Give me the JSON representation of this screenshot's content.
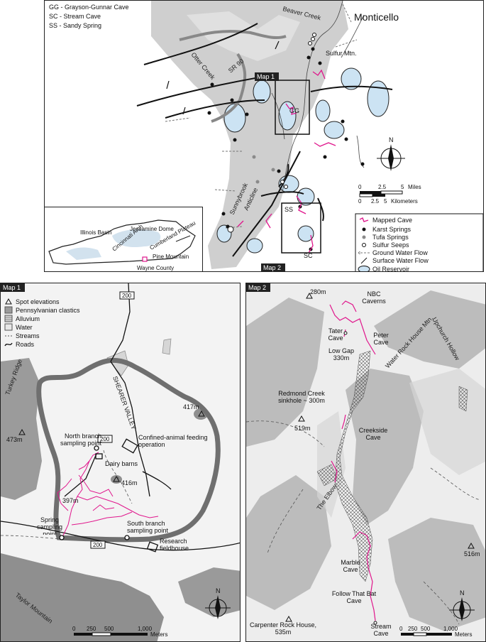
{
  "top_map": {
    "abbreviations": [
      "GG - Grayson-Gunnar Cave",
      "SC - Stream Cave",
      "SS - Sandy Spring"
    ],
    "labels": {
      "beaver_creek": "Beaver Creek",
      "monticello": "Monticello",
      "sulfur_mtn": "Sulfur Mtn.",
      "otter_creek": "Otter Creek",
      "sr90": "SR 90",
      "sunnybrook": "Sunnybrook",
      "anticline": "Anticline",
      "gg": "GG",
      "ss": "SS",
      "sc": "SC"
    },
    "map1_tag": "Map 1",
    "map2_tag": "Map 2",
    "north": "N",
    "scale": {
      "miles_label": "Miles",
      "miles_ticks": [
        "0",
        "2.5",
        "5"
      ],
      "km_label": "Kilometers",
      "km_ticks": [
        "0",
        "2.5",
        "5"
      ]
    },
    "legend": [
      {
        "label": "Mapped Cave",
        "symbol": "cave-line"
      },
      {
        "label": "Karst Springs",
        "symbol": "black-dot"
      },
      {
        "label": "Tufa Springs",
        "symbol": "gray-dot"
      },
      {
        "label": "Sulfur Seeps",
        "symbol": "open-circle"
      },
      {
        "label": "Ground Water Flow",
        "symbol": "dashed-arrow"
      },
      {
        "label": "Surface Water Flow",
        "symbol": "flow-line"
      },
      {
        "label": "Oil Reservoir",
        "symbol": "blue-ellipse"
      }
    ],
    "inset": {
      "illinois_basin": "Illinois Basin",
      "jessamine_dome": "Jessamine Dome",
      "cincinnati_arch": "Cincinnati Arch",
      "cumberland_plateau": "Cumberland Plateau",
      "pine_mountain": "Pine Mountain",
      "wayne_county": "Wayne County"
    }
  },
  "map1": {
    "tag": "Map 1",
    "legend": [
      {
        "label": "Spot elevations",
        "symbol": "triangle"
      },
      {
        "label": "Pennsylvanian clastics",
        "symbol": "gray-box"
      },
      {
        "label": "Alluvium",
        "symbol": "hatch-box"
      },
      {
        "label": "Water",
        "symbol": "light-box"
      },
      {
        "label": "Streams",
        "symbol": "dash-line"
      },
      {
        "label": "Roads",
        "symbol": "road-line"
      }
    ],
    "labels": {
      "road_200_top": "200",
      "road_200_mid": "200",
      "road_200_bot": "200",
      "turkey_ridge": "Turkey Ridge",
      "elev_473": "473m",
      "elev_417": "417m",
      "elev_416": "416m",
      "elev_397": "397m",
      "shearer_valley": "SHEARER VALLEY",
      "confined_feeding": "Confined-animal feeding operation",
      "north_branch": "North branch sampling point",
      "dairy_barns": "Dairy barns",
      "spring_sampling": "Spring sampling point",
      "south_branch": "South branch sampling point",
      "research_fieldhouse": "Research fieldhouse",
      "taylor_mountain": "Taylor Mountain"
    },
    "north": "N",
    "scale": {
      "ticks": [
        "0",
        "250",
        "500",
        "1,000"
      ],
      "unit": "Meters"
    }
  },
  "map2": {
    "tag": "Map 2",
    "labels": {
      "elev_280": "280m",
      "nbc_caverns": "NBC Caverns",
      "tater_cave": "Tater Cave",
      "peter_cave": "Peter Cave",
      "water_rock_house": "Water Rock House Mtn.",
      "upchurch_hollow": "Upchurch Hollow",
      "low_gap": "Low Gap 330m",
      "redmond_creek": "Redmond Creek sinkhole ~ 300m",
      "elev_519": "519m",
      "creekside_cave": "Creekside Cave",
      "the_elbow": "The Elbow",
      "elev_516": "516m",
      "marble_cave": "Marble Cave",
      "follow_that_bat": "Follow That Bat Cave",
      "carpenter": "Carpenter Rock House, 535m",
      "stream_cave": "Stream Cave"
    },
    "north": "N",
    "scale": {
      "ticks": [
        "0",
        "250",
        "500",
        "1,000"
      ],
      "unit": "Meters"
    }
  }
}
